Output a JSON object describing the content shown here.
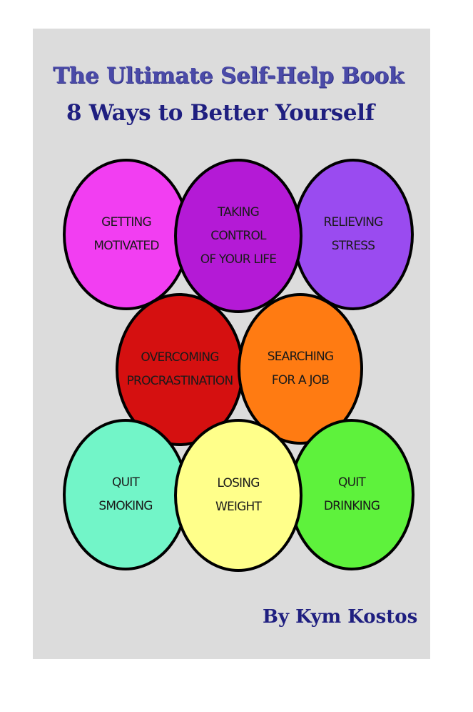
{
  "book": {
    "title": "The Ultimate Self-Help Book",
    "subtitle": "8 Ways to Better Yourself",
    "author": "By Kym Kostos"
  },
  "circles": [
    {
      "lines": [
        "GETTING",
        "MOTIVATED"
      ],
      "color": "#f23ef2"
    },
    {
      "lines": [
        "TAKING",
        "CONTROL",
        "OF YOUR LIFE"
      ],
      "color": "#b41ad6"
    },
    {
      "lines": [
        "RELIEVING",
        "STRESS"
      ],
      "color": "#9a4bf0"
    },
    {
      "lines": [
        "OVERCOMING",
        "PROCRASTINATION"
      ],
      "color": "#d51010"
    },
    {
      "lines": [
        "SEARCHING",
        "FOR A JOB"
      ],
      "color": "#ff7b12"
    },
    {
      "lines": [
        "QUIT",
        "SMOKING"
      ],
      "color": "#72f5c8"
    },
    {
      "lines": [
        "LOSING",
        "WEIGHT"
      ],
      "color": "#ffff8a"
    },
    {
      "lines": [
        "QUIT",
        "DRINKING"
      ],
      "color": "#5ef23c"
    }
  ]
}
